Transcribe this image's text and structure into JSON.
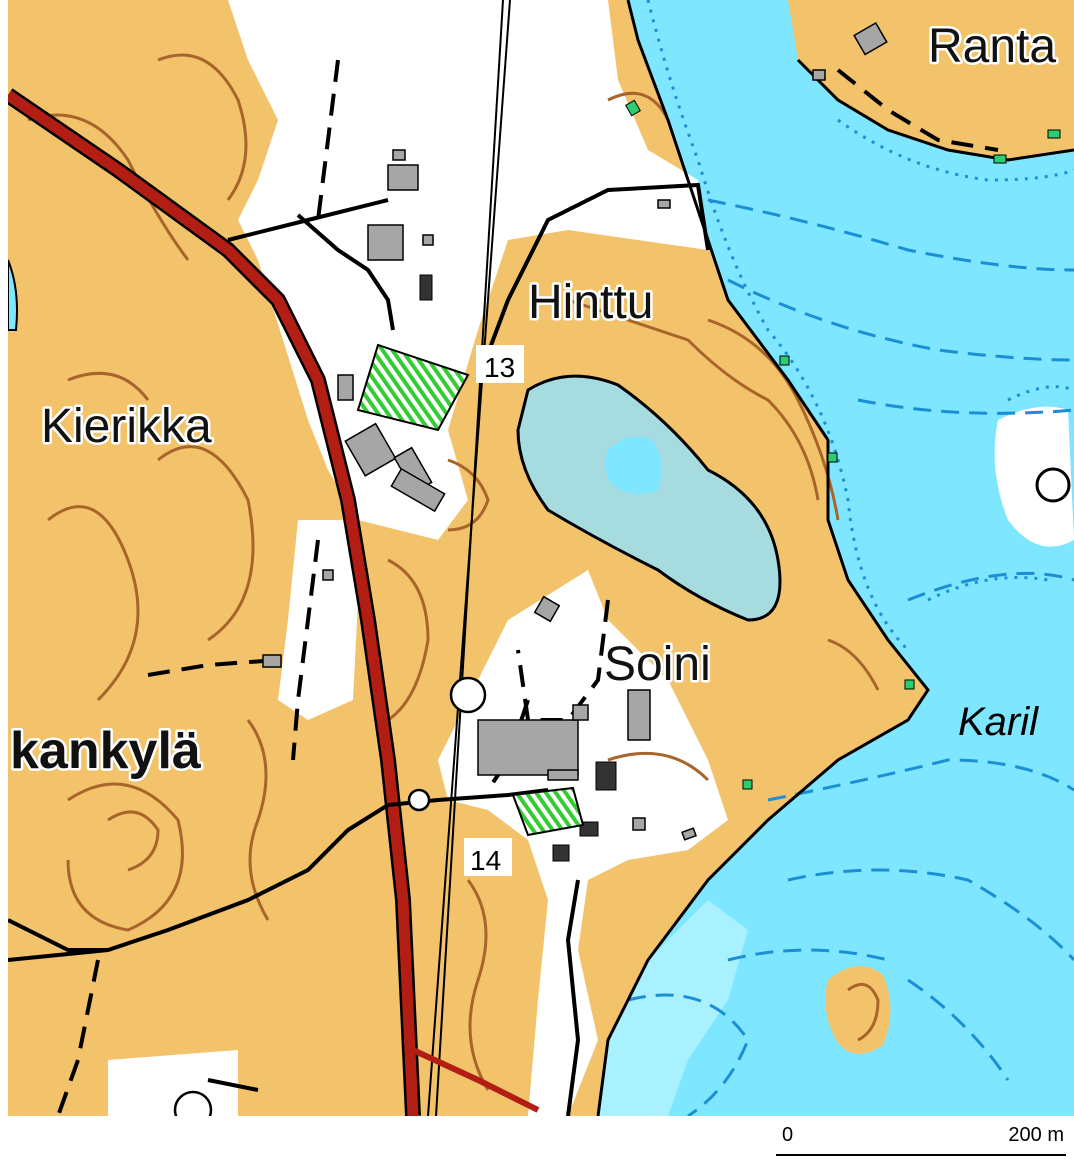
{
  "map": {
    "colors": {
      "forest": "#f2c36b",
      "open": "#ffffff",
      "water": "#7fe6ff",
      "shallow": "#a9f1ff",
      "pond": "#a6dbe0",
      "contour": "#a8642a",
      "road_main": "#b21e14",
      "building": "#a6a6a6",
      "field_hatch": "#33cc33"
    },
    "labels": {
      "ranta": "Ranta",
      "hinttu": "Hinttu",
      "kierikka": "Kierikka",
      "soini": "Soini",
      "kankyla": "kankylä",
      "karil": "Karil"
    },
    "markers": {
      "m13": "13",
      "m14": "14"
    }
  },
  "scale": {
    "start": "0",
    "end": "200 m"
  }
}
